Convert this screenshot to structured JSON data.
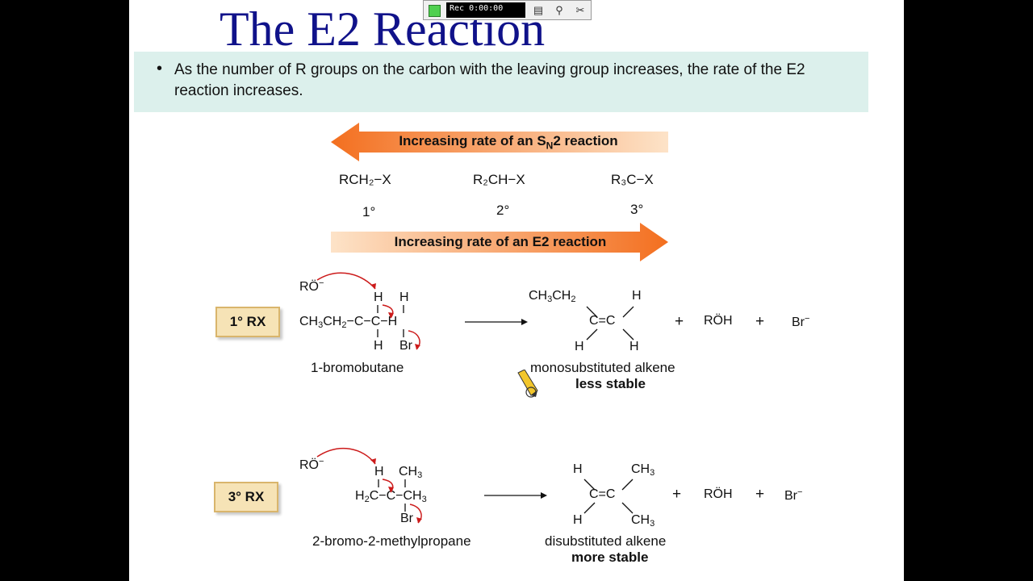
{
  "slide": {
    "title": "The E2 Reaction",
    "bullet": "As the number of R groups on the carbon with the leaving group increases, the rate of the E2 reaction increases."
  },
  "arrows": {
    "sn2_prefix": "Increasing rate of an S",
    "sn2_sub": "N",
    "sn2_suffix": "2 reaction",
    "e2_label": "Increasing rate of an E2 reaction"
  },
  "substrates": [
    {
      "formula": "RCH₂−X",
      "degree": "1°"
    },
    {
      "formula": "R₂CH−X",
      "degree": "2°"
    },
    {
      "formula": "R₃C−X",
      "degree": "3°"
    }
  ],
  "reaction1": {
    "label": "1° RX",
    "reactant_name": "1-bromobutane",
    "product_name": "monosubstituted alkene",
    "product_stability": "less stable",
    "base": "RÖ",
    "byproduct1": "RÖH",
    "byproduct2": "Br",
    "plus": "+"
  },
  "reaction2": {
    "label": "3° RX",
    "reactant_name": "2-bromo-2-methylpropane",
    "product_name": "disubstituted alkene",
    "product_stability": "more stable",
    "base": "RÖ",
    "byproduct1": "RÖH",
    "byproduct2": "Br",
    "plus": "+"
  },
  "recorder": {
    "display": "Rec 0:00:00"
  },
  "colors": {
    "title": "#10128a",
    "bullet_bg": "#dcf0ec",
    "arrow": "#f47a2a",
    "mechanism_arrow": "#cc1b1b",
    "rx_box": "#f6e3b6"
  }
}
